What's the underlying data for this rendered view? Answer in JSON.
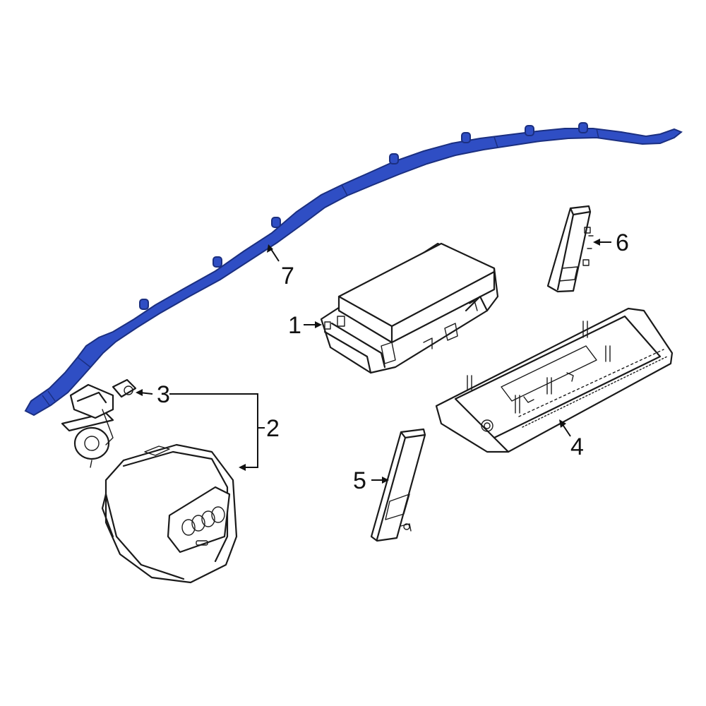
{
  "colors": {
    "background": "#ffffff",
    "linework": "#1a1a1a",
    "highlight_part": "#2f4ec4",
    "highlight_outline": "#1b2f80"
  },
  "highlighted_callout": "7",
  "callouts": [
    {
      "id": "1",
      "label": "1"
    },
    {
      "id": "2",
      "label": "2"
    },
    {
      "id": "3",
      "label": "3"
    },
    {
      "id": "4",
      "label": "4"
    },
    {
      "id": "5",
      "label": "5"
    },
    {
      "id": "6",
      "label": "6"
    },
    {
      "id": "7",
      "label": "7"
    }
  ]
}
